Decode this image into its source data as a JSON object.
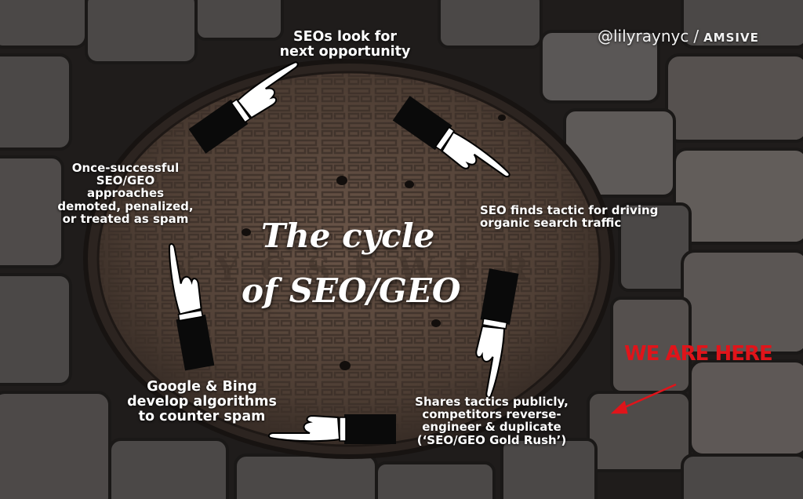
{
  "watermark": {
    "handle": "@lilyraynyc",
    "separator": "/",
    "brand": "AMSIVE"
  },
  "diagram": {
    "title_line1": "The cycle",
    "title_line2": "of SEO/GEO",
    "plate_text": "N Y C   S E W E R",
    "steps": [
      {
        "lines": [
          "SEO finds tactic for driving",
          "organic search traffic"
        ]
      },
      {
        "lines": [
          "Shares tactics publicly,",
          "competitors reverse-",
          "engineer & duplicate",
          "(‘SEO/GEO Gold Rush’)"
        ]
      },
      {
        "lines": [
          "Google & Bing",
          "develop algorithms",
          "to counter spam"
        ]
      },
      {
        "lines": [
          "Once-successful",
          "SEO/GEO",
          "approaches",
          "demoted, penalized,",
          "or treated as spam"
        ]
      },
      {
        "lines": [
          "SEOs look for",
          "next opportunity"
        ]
      }
    ],
    "marker": "WE ARE HERE"
  },
  "colors": {
    "text": "#ffffff",
    "marker": "#e0141a",
    "cover": "#5e4a3e",
    "sleeve": "#0a0a0a"
  }
}
